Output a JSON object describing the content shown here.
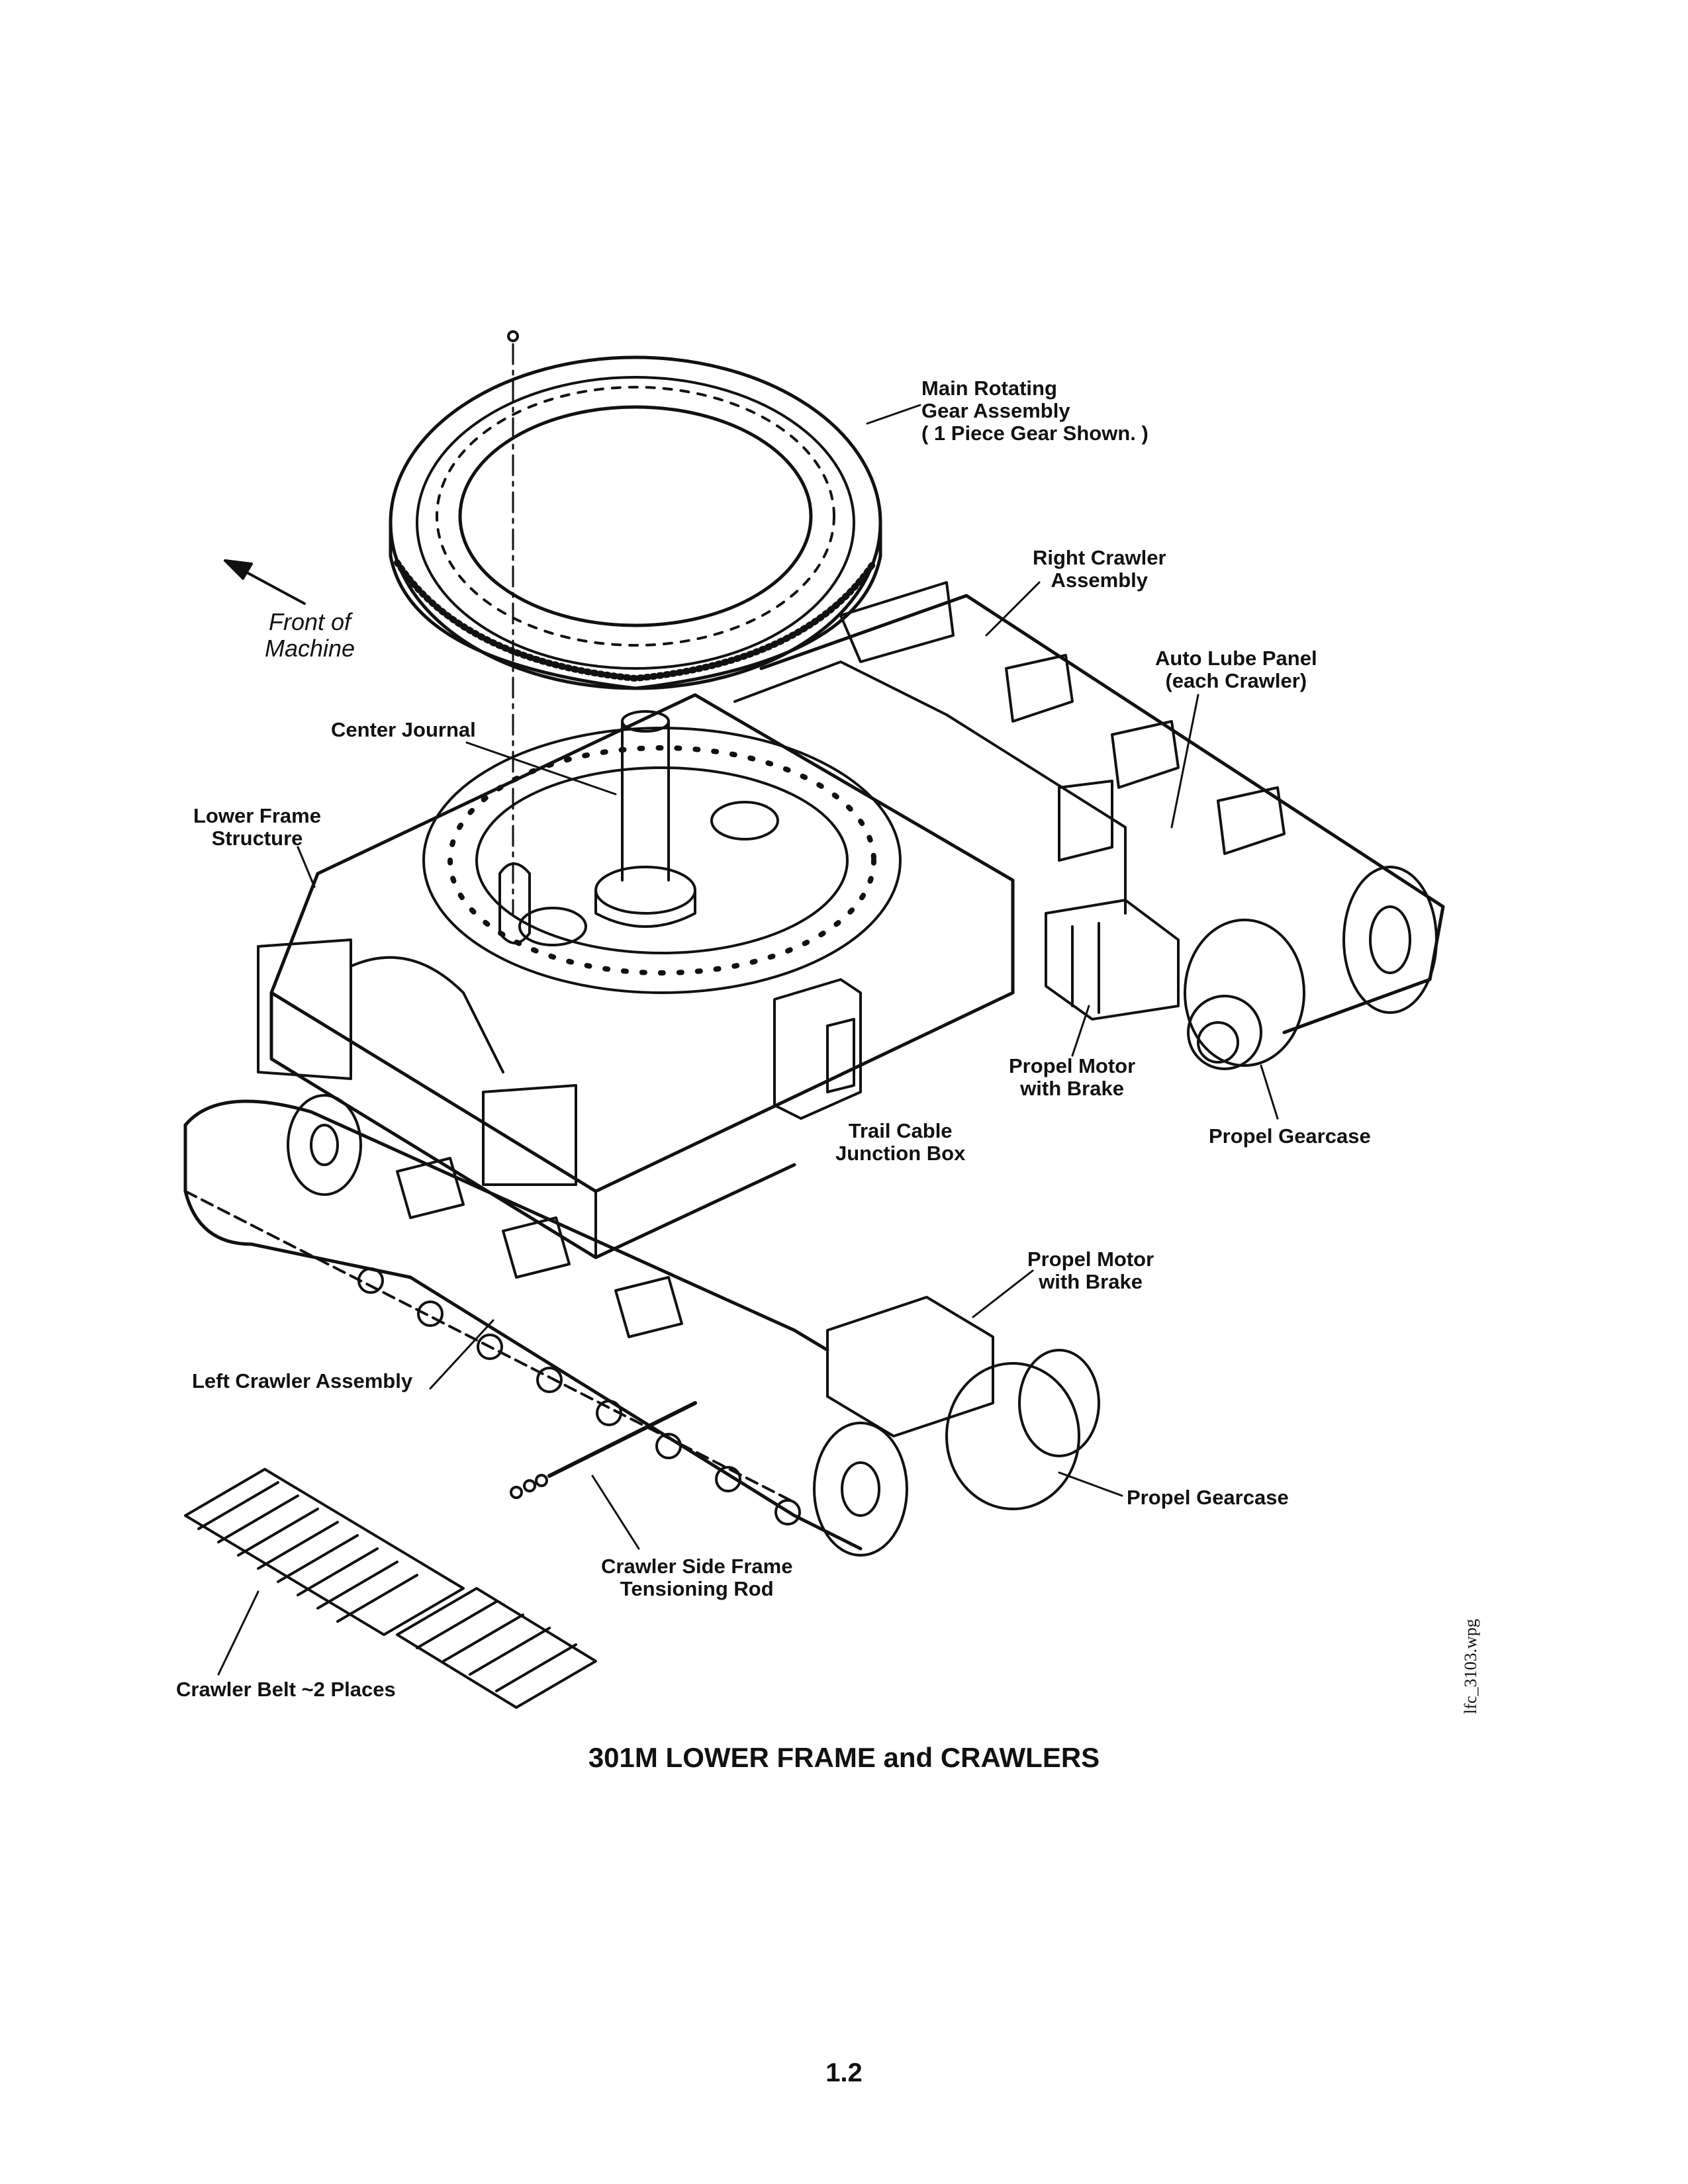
{
  "labels": {
    "main_gear": [
      "Main Rotating",
      "Gear Assembly",
      "( 1 Piece Gear Shown. )"
    ],
    "right_crawler": [
      "Right Crawler",
      "Assembly"
    ],
    "front": [
      "Front of",
      "Machine"
    ],
    "auto_lube": [
      "Auto Lube Panel",
      "(each Crawler)"
    ],
    "center_journal": "Center Journal",
    "lower_frame": [
      "Lower Frame",
      "Structure"
    ],
    "propel_motor_right": [
      "Propel Motor",
      "with Brake"
    ],
    "trail_cable": [
      "Trail Cable",
      "Junction Box"
    ],
    "propel_gearcase_right": "Propel Gearcase",
    "propel_motor_left": [
      "Propel Motor",
      "with Brake"
    ],
    "left_crawler": "Left Crawler Assembly",
    "propel_gearcase_left": "Propel Gearcase",
    "tensioning_rod": [
      "Crawler Side Frame",
      "Tensioning Rod"
    ],
    "crawler_belt": "Crawler Belt ~2 Places"
  },
  "title": "301M  LOWER FRAME and CRAWLERS",
  "file_id": "lfc_3103.wpg",
  "page_number": "1.2"
}
